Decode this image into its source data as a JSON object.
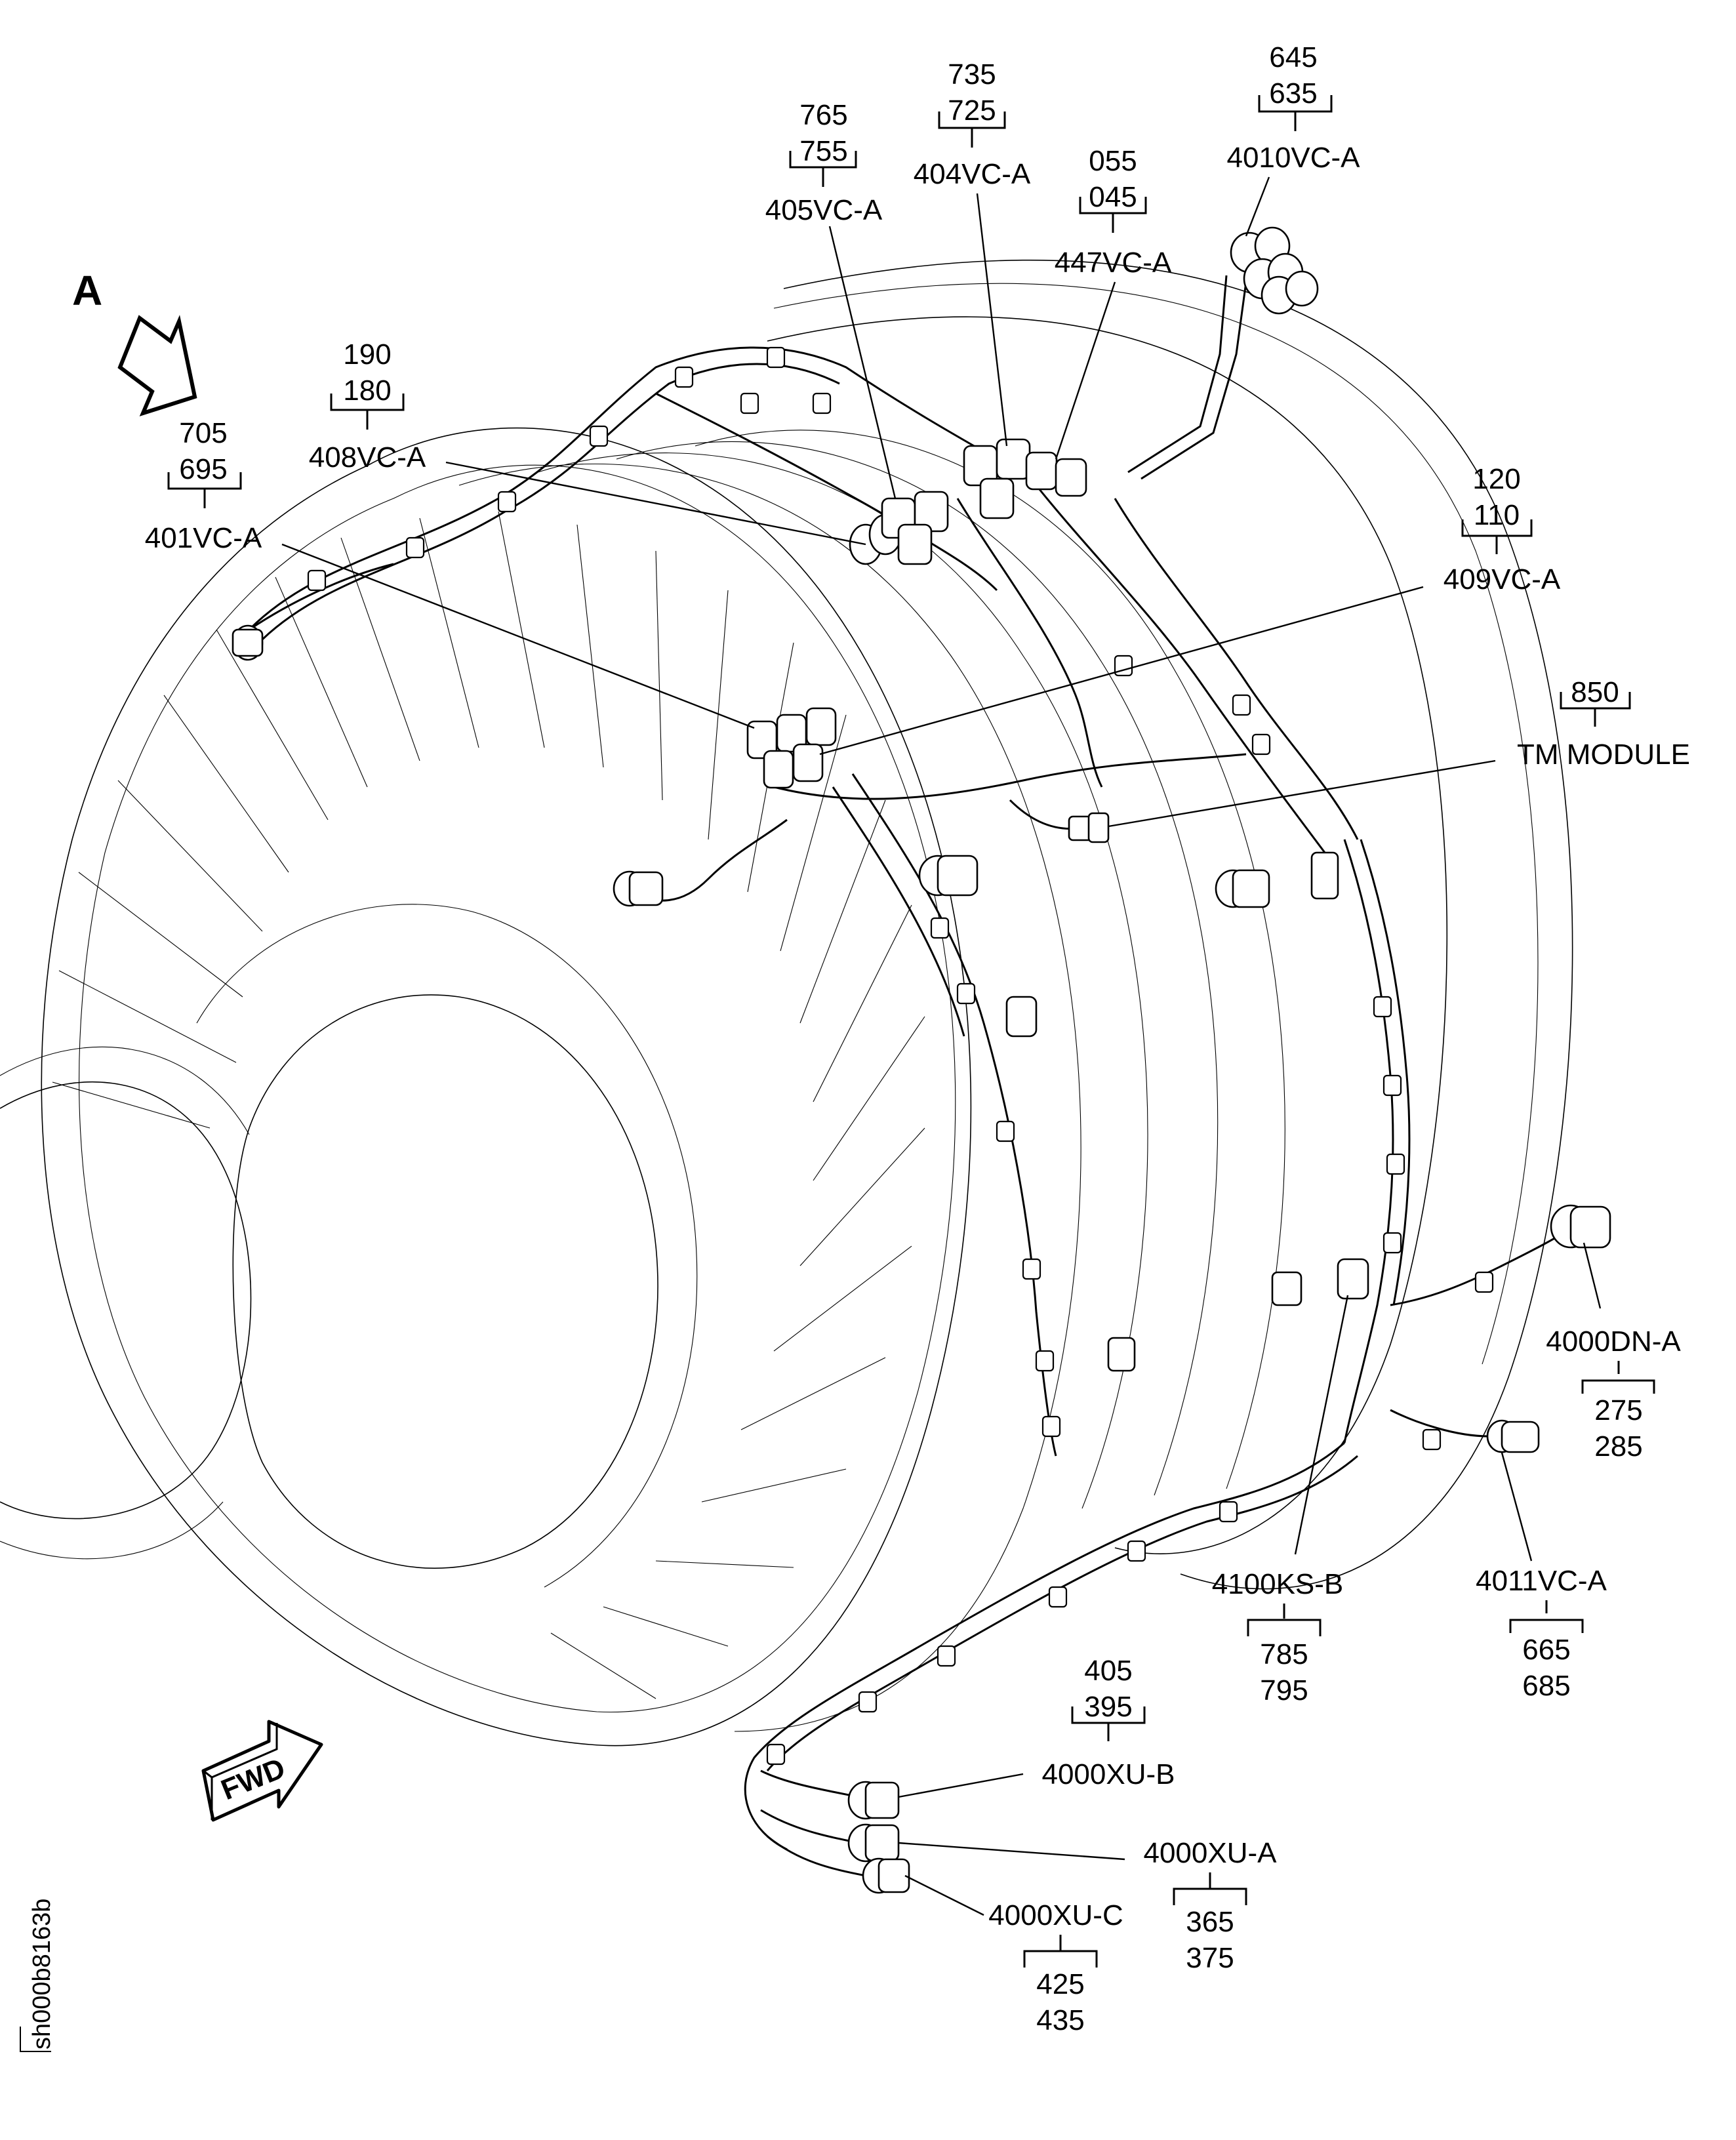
{
  "figure": {
    "view_marker": "A",
    "direction_marker": "FWD",
    "figure_id": "sh000b8163b",
    "subject": "Engine wiring harness with connector callouts"
  },
  "callouts": [
    {
      "id": "405VC-A",
      "items": [
        "765",
        "755"
      ]
    },
    {
      "id": "404VC-A",
      "items": [
        "735",
        "725"
      ]
    },
    {
      "id": "447VC-A",
      "items": [
        "055",
        "045"
      ]
    },
    {
      "id": "4010VC-A",
      "items": [
        "645",
        "635"
      ]
    },
    {
      "id": "408VC-A",
      "items": [
        "190",
        "180"
      ]
    },
    {
      "id": "401VC-A",
      "items": [
        "705",
        "695"
      ]
    },
    {
      "id": "409VC-A",
      "items": [
        "120",
        "110"
      ]
    },
    {
      "id": "TM MODULE",
      "items": [
        "850"
      ]
    },
    {
      "id": "4000DN-A",
      "items": [
        "275",
        "285"
      ]
    },
    {
      "id": "4011VC-A",
      "items": [
        "665",
        "685"
      ]
    },
    {
      "id": "4100KS-B",
      "items": [
        "785",
        "795"
      ]
    },
    {
      "id": "4000XU-B",
      "items": [
        "405",
        "395"
      ]
    },
    {
      "id": "4000XU-A",
      "items": [
        "365",
        "375"
      ]
    },
    {
      "id": "4000XU-C",
      "items": [
        "425",
        "435"
      ]
    }
  ],
  "colors": {
    "ink": "#000000",
    "paper": "#ffffff"
  }
}
